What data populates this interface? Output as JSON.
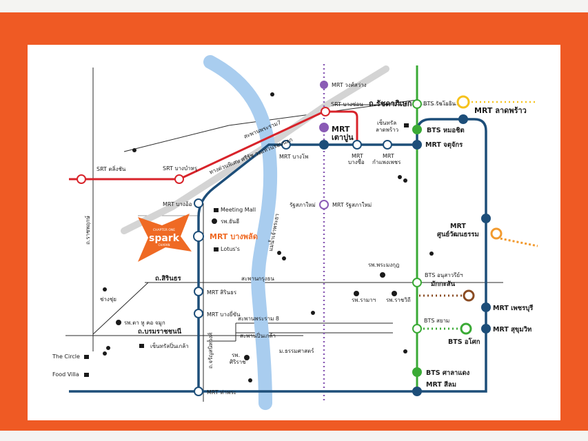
{
  "colors": {
    "frame": "#ef5a24",
    "blue_line": "#1d4e79",
    "red_line": "#d8232a",
    "green_line": "#3aaa35",
    "purple_line": "#8a5bb5",
    "river": "#a9cdef",
    "brand": "#ef6a24",
    "gray_road": "#cfcfcf",
    "brown_line": "#8a4b22",
    "orange_dash": "#f29a2e",
    "yellow_station": "#f6c21c"
  },
  "brand": {
    "top": "CHAPTER ONE",
    "name": "spark",
    "bottom": "CHARAN"
  },
  "stations": {
    "mrt_wong_sawang": "MRT วงศ์สว่าง",
    "srt_bang_son": "SRT บางซ่อน",
    "rd_ratchadaphisek": "ถ.รัชดาภิเษก",
    "bts_ratchayothin": "BTS รัชโยธิน",
    "mrt_lat_phrao": "MRT ลาดพร้าว",
    "mrt_tao_poon_1": "MRT",
    "mrt_tao_poon_2": "เตาปูน",
    "central_lat_phrao_1": "เซ็นทรัล",
    "central_lat_phrao_2": "ลาดพร้าว",
    "bts_mo_chit": "BTS หมอชิต",
    "mrt_chatuchak": "MRT จตุจักร",
    "srt_taling_chan": "SRT ตลิ่งชัน",
    "srt_bang_bamru": "SRT บางบำหรุ",
    "mrt_bang_pho": "MRT บางโพ",
    "mrt_bang_sue_1": "MRT",
    "mrt_bang_sue_2": "บางซื่อ",
    "mrt_kamphaeng_phet_1": "MRT",
    "mrt_kamphaeng_phet_2": "กำแพงเพชร",
    "bridge_rama7": "สะพานพระราม7",
    "expressway": "ทางด่วนพิเศษ ศรีรัช วงแหวนรอบนอก",
    "mrt_bang_o": "MRT บางอ้อ",
    "meeting_mall": "Meeting Mall",
    "hosp_yanhee": "รพ.ยันฮี",
    "mrt_bang_phlat": "MRT บางพลัด",
    "lotus": "Lotus's",
    "ratsapha_mai": "รัฐสภาใหม่",
    "mrt_ratsapha_mai": "MRT รัฐสภาใหม่",
    "rd_ratchaphruek": "ถ.ราชพฤกษ์",
    "river_chao_phraya": "แม่น้ำเจ้าพระยา",
    "mrt_queen_sirikit": "MRT",
    "mrt_queen_sirikit_2": "ศูนย์วัฒนธรรม",
    "rd_sirindhorn": "ถ.สิรินธร",
    "hosp_phramongkut": "รพ.พระมงกุฎ",
    "bridge_krungthon": "สะพานกรุงธน",
    "bts_victory": "BTS อนุสาวรีย์ฯ",
    "makkasan": "มักกะสัน",
    "chang_chui": "ช่างชุ่ย",
    "mrt_sirindhorn": "MRT สิรินธร",
    "hosp_ramathibodi": "รพ.รามาฯ",
    "hosp_rajavithi": "รพ.ราชวิถี",
    "mrt_phetchaburi": "MRT เพชรบุรี",
    "hosp_ear_nose": "รพ.ตา หู คอ จมูก",
    "mrt_bang_yi_khan": "MRT บางยี่ขัน",
    "bridge_rama8": "สะพานพระราม 8",
    "bts_siam": "BTS สยาม",
    "mrt_sukhumvit": "MRT สุขุมวิท",
    "rd_borommaratchachonnani": "ถ.บรมราชชนนี",
    "bridge_pinklao": "สะพานปิ่นเกล้า",
    "bts_asok": "BTS อโศก",
    "central_pinklao": "เซ็นทรัลปิ่นเกล้า",
    "rd_charan": "ถ.จรัญสนิทวงศ์",
    "the_circle": "The Circle",
    "hosp_siriraj_1": "รพ.",
    "hosp_siriraj_2": "ศิริราช",
    "thammasat": "ม.ธรรมศาสตร์",
    "food_villa": "Food Villa",
    "bts_sala_daeng": "BTS ศาลาแดง",
    "mrt_tha_phra": "MRT ท่าพระ",
    "mrt_silom": "MRT สีลม"
  }
}
